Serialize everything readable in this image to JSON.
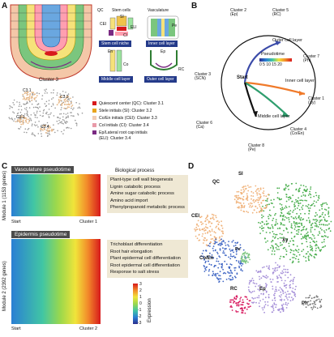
{
  "panels": {
    "A": {
      "label": "A",
      "qc_label": "QC",
      "stem_cells_label": "Stem cells",
      "vasculature_label": "Vasculature",
      "sub_labels": {
        "si": "SI",
        "celi": "CEI",
        "eli": "ELI",
        "ci": "CI",
        "pe": "Pe",
        "en": "En",
        "co": "Co",
        "ep": "Ep",
        "rc": "RC"
      },
      "pills": [
        "Stem cell niche",
        "Inner cell layer",
        "Middle cell layer",
        "Outer cell layer"
      ],
      "cluster_title": "Cluster 3",
      "cluster_tags": [
        "C3.1",
        "C3.2",
        "C3.3",
        "C3.4"
      ],
      "legend": [
        {
          "text": "Quiescent center (QC): Cluster 3.1",
          "color": "#d7191c"
        },
        {
          "text": "Stele initials (SI): Cluster 3.2",
          "color": "#e8a41c"
        },
        {
          "text": "Co/En initials (CEI): Cluster 3.3",
          "color": "#f1cdb6"
        },
        {
          "text": "Col initials (CI): Cluster 3.4",
          "color": "#e89aa8"
        },
        {
          "text": "Ep/Lateral root cap initials",
          "color": "#7a2a82"
        },
        {
          "text": "(ELI): Cluster 3.4",
          "color": ""
        }
      ]
    },
    "B": {
      "label": "B",
      "clusters": [
        "Cluster 2\n(Ep)",
        "Cluster 5\n(RC)",
        "Cluster 7\n(Ph)",
        "Cluster 1\n(Xy)",
        "Cluster 4\n(Co/En)",
        "Cluster 8\n(Pe)",
        "Cluster 6\n(Ca)",
        "Cluster 3\n(SCN)"
      ],
      "pseudotime_title": "Pseudotime",
      "pseudotime_ticks": "0 5 10 15 20",
      "start_label": "Start",
      "layer_labels": [
        "Outer cell layer",
        "Inner cell layer",
        "Middle cell layer"
      ]
    },
    "C": {
      "label": "C",
      "banner1": "Vasculature pseudotime",
      "banner2": "Epidermis pseudotime",
      "bio_title": "Biological process",
      "module1_label": "Module 1 (1153 genes)",
      "module2_label": "Module 2 (2392 genes)",
      "process1": [
        "Plant-type cell wall biogenesis",
        "Lignin catabolic process",
        "Amine sugar catabolic process",
        "Amino acid import",
        "Phenylpropanoid metabolic process"
      ],
      "process2": [
        "Trichoblast differentiation",
        "Root hair elongation",
        "Plant epidermal cell differentiation",
        "Root epidermal cell differentiation",
        "Response to salt stress"
      ],
      "start1": "Start",
      "end1": "Cluster 1",
      "start2": "Start",
      "end2": "Cluster 2",
      "colorbar_title": "Expression",
      "colorbar_ticks": [
        "3",
        "2",
        "1",
        "0",
        "-1",
        "-2",
        "-3"
      ]
    },
    "D": {
      "label": "D",
      "cluster_labels": [
        "SI",
        "QC",
        "CEI",
        "Co/En",
        "Pe",
        "Xy",
        "Ep",
        "RC",
        "Ph"
      ]
    }
  }
}
